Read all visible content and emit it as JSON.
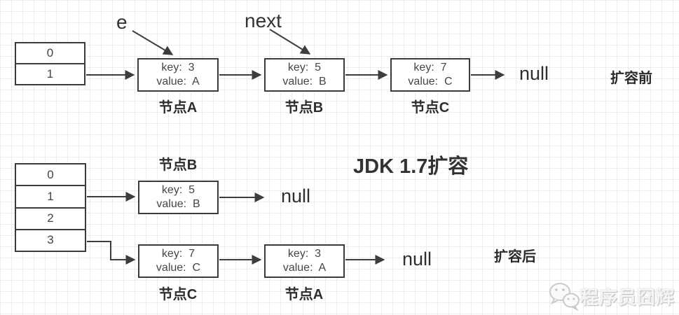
{
  "title": "JDK 1.7扩容",
  "before": {
    "label": "扩容前",
    "pointer_e": "e",
    "pointer_next": "next",
    "null_label": "null",
    "array_cells": [
      "0",
      "1"
    ],
    "node_a": {
      "line1": "key:  3",
      "line2": "value:  A",
      "caption": "节点A"
    },
    "node_b": {
      "line1": "key:  5",
      "line2": "value:  B",
      "caption": "节点B"
    },
    "node_c": {
      "line1": "key:  7",
      "line2": "value:  C",
      "caption": "节点C"
    }
  },
  "after": {
    "label": "扩容后",
    "null_label_1": "null",
    "null_label_2": "null",
    "array_cells": [
      "0",
      "1",
      "2",
      "3"
    ],
    "node_b": {
      "line1": "key:  5",
      "line2": "value:  B",
      "caption": "节点B"
    },
    "node_c": {
      "line1": "key:  7",
      "line2": "value:  C",
      "caption": "节点C"
    },
    "node_a": {
      "line1": "key:  3",
      "line2": "value:  A",
      "caption": "节点A"
    }
  },
  "watermark": {
    "icon": "wechat-icon",
    "text": "程序员囧辉"
  },
  "colors": {
    "line": "#3d3d3d",
    "box_border": "#3b3b3b",
    "grid": "#ececec"
  }
}
